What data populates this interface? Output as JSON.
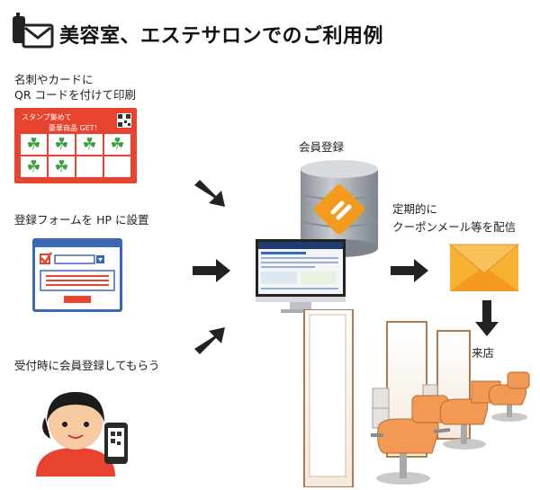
{
  "header": {
    "title": "美容室、エステサロンでのご利用例",
    "icon": "phone-mail-icon"
  },
  "steps": {
    "card": {
      "line1": "名刺やカードに",
      "line2": "QR コードを付けて印刷"
    },
    "web": {
      "label": "登録フォームを HP に設置"
    },
    "reception": {
      "label": "受付時に会員登録してもらう"
    }
  },
  "stamp_card": {
    "heading": "スタンプ集めて",
    "prize": "豪華商品 GET！",
    "cells": 8,
    "stamped": 6
  },
  "center": {
    "db_label": "会員登録"
  },
  "right": {
    "coupon_line1": "定期的に",
    "coupon_line2": "クーポンメール等を配信",
    "visit": "来店"
  },
  "colors": {
    "accent": "#e8432e",
    "blue": "#3a68b5",
    "orange": "#f39b1f",
    "mail": "#f7b234",
    "db": "#a7adb3"
  }
}
